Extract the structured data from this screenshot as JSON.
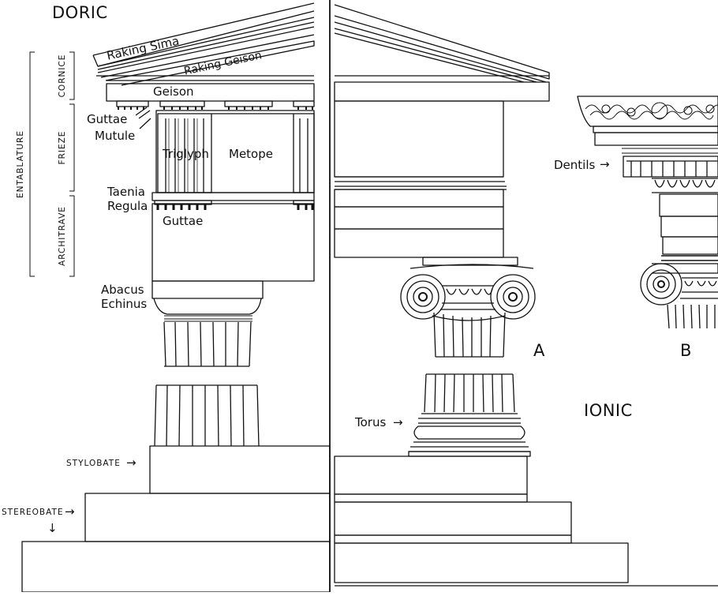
{
  "headings": {
    "doric": "DORIC",
    "ionic": "IONIC"
  },
  "panels": {
    "a": "A",
    "b": "B"
  },
  "brackets": {
    "entablature": "ENTABLATURE",
    "cornice": "CORNICE",
    "frieze": "FRIEZE",
    "architrave": "ARCHITRAVE"
  },
  "labels": {
    "raking_sima": "Raking Sima",
    "raking_geison": "Raking Geison",
    "geison": "Geison",
    "guttae_top": "Guttae",
    "mutule": "Mutule",
    "triglyph": "Triglyph",
    "metope": "Metope",
    "taenia": "Taenia",
    "regula": "Regula",
    "guttae_bottom": "Guttae",
    "abacus": "Abacus",
    "echinus": "Echinus",
    "stylobate": "STYLOBATE",
    "stereobate": "STEREOBATE",
    "dentils": "Dentils",
    "torus": "Torus"
  },
  "icons": {
    "right_arrow": "→",
    "down_arrow": "↓"
  }
}
